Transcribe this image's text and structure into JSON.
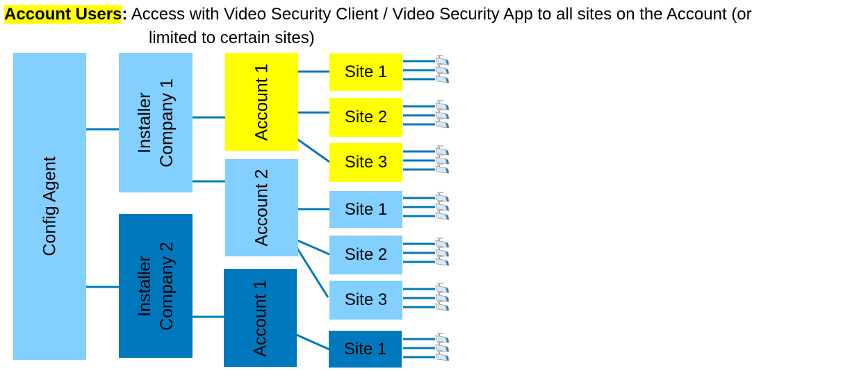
{
  "header": {
    "highlight": "Account Users",
    "colon": ":",
    "line1": " Access with Video Security Client / Video Security App to all sites on the Account (or",
    "line2": "limited to certain sites)"
  },
  "colors": {
    "light_blue": "#83cfff",
    "yellow": "#ffff00",
    "dark_blue": "#0078be",
    "connector": "#0078be"
  },
  "diagram": {
    "root": {
      "label": "Config Agent"
    },
    "installers": [
      {
        "label_line1": "Installer",
        "label_line2": "Company 1"
      },
      {
        "label_line1": "Installer",
        "label_line2": "Company 2"
      }
    ],
    "accounts": [
      {
        "label": "Account 1",
        "installer": 1,
        "highlighted": true
      },
      {
        "label": "Account 2",
        "installer": 1,
        "highlighted": false
      },
      {
        "label": "Account 1",
        "installer": 2,
        "highlighted": false
      }
    ],
    "sites": [
      {
        "label": "Site 1",
        "account": 1,
        "cameras": 3
      },
      {
        "label": "Site 2",
        "account": 1,
        "cameras": 3
      },
      {
        "label": "Site 3",
        "account": 1,
        "cameras": 3
      },
      {
        "label": "Site 1",
        "account": 2,
        "cameras": 3
      },
      {
        "label": "Site 2",
        "account": 2,
        "cameras": 3
      },
      {
        "label": "Site 3",
        "account": 2,
        "cameras": 3
      },
      {
        "label": "Site 1",
        "account": 3,
        "cameras": 3
      }
    ],
    "camera_icon": "security-camera-icon"
  }
}
